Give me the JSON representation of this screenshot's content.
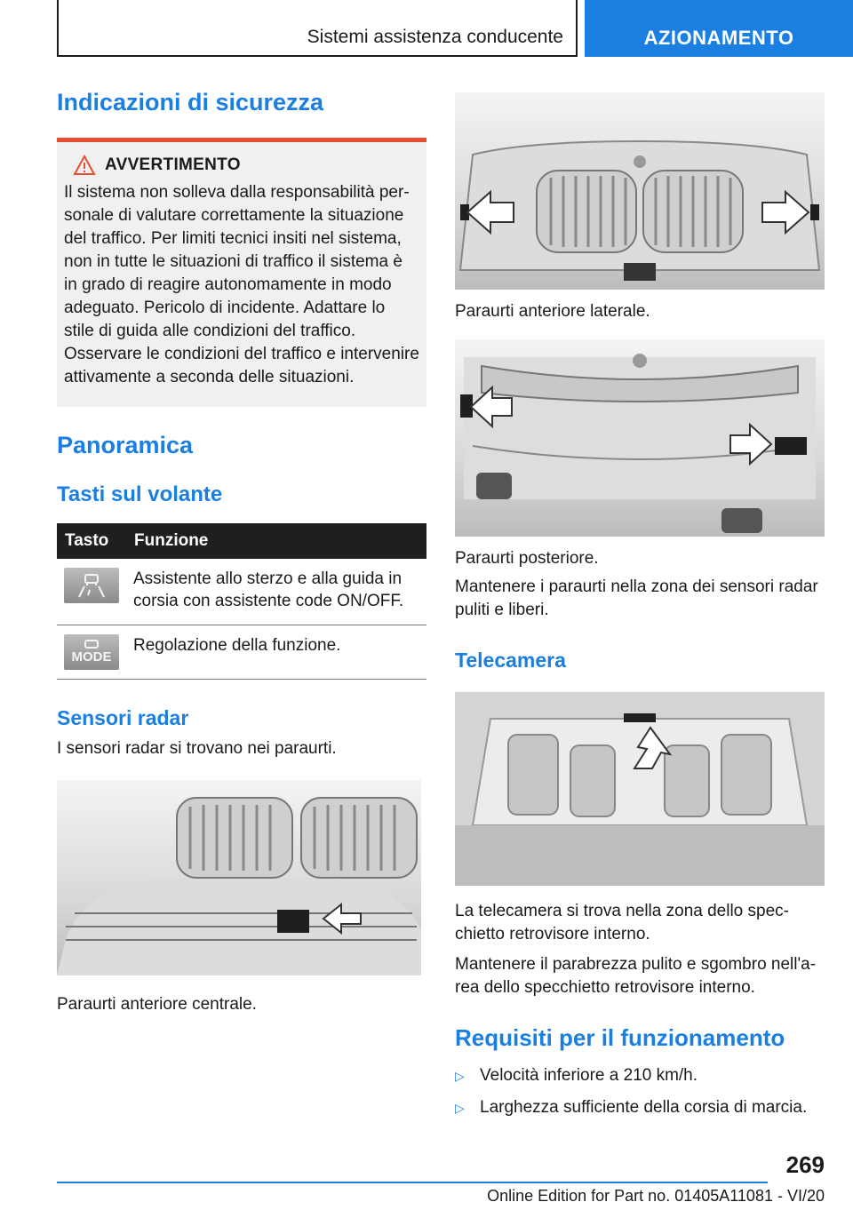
{
  "header": {
    "section": "Sistemi assistenza conducente",
    "chapter": "AZIONAMENTO"
  },
  "safety": {
    "title": "Indicazioni di sicurezza",
    "warning_label": "AVVERTIMENTO",
    "warning_text": "Il sistema non solleva dalla responsabilità per­sonale di valutare correttamente la situazione del traffico. Per limiti tecnici insiti nel sistema, non in tutte le situazioni di traffico il sistema è in grado di reagire autonomamente in modo ade­guato. Pericolo di incidente. Adattare lo stile di guida alle condizioni del traffico. Osservare le condizioni del traffico e intervenire attivamente a seconda delle situazioni."
  },
  "overview": {
    "title": "Panoramica",
    "buttons_title": "Tasti sul volante",
    "table": {
      "headers": [
        "Tasto",
        "Funzione"
      ],
      "rows": [
        {
          "icon": "lane-assist-button-icon",
          "function": "Assistente allo sterzo e alla guida in corsia con assistente code ON/OFF."
        },
        {
          "icon": "mode-button-icon",
          "icon_label": "MODE",
          "function": "Regolazione della funzione."
        }
      ]
    }
  },
  "radar": {
    "title": "Sensori radar",
    "intro": "I sensori radar si trovano nei paraurti.",
    "caption_front_center": "Paraurti anteriore centrale.",
    "caption_front_side": "Paraurti anteriore laterale.",
    "caption_rear": "Paraurti posteriore.",
    "rear_note": "Mantenere i paraurti nella zona dei sensori radar puliti e liberi."
  },
  "camera": {
    "title": "Telecamera",
    "location": "La telecamera si trova nella zona dello spec­chietto retrovisore interno.",
    "note": "Mantenere il parabrezza pulito e sgombro nell'a­rea dello specchietto retrovisore interno."
  },
  "requirements": {
    "title": "Requisiti per il funzionamento",
    "items": [
      "Velocità inferiore a 210 km/h.",
      "Larghezza sufficiente della corsia di marcia."
    ]
  },
  "footer": {
    "page_number": "269",
    "edition": "Online Edition for Part no. 01405A11081 - VI/20"
  },
  "colors": {
    "accent": "#1a7fe0",
    "warning_bar": "#e44d2e"
  }
}
